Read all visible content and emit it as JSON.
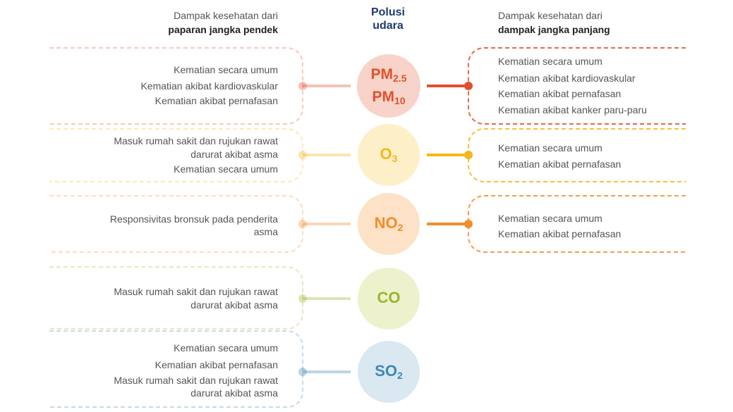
{
  "header": {
    "left_line1": "Dampak kesehatan dari",
    "left_line2": "paparan jangka pendek",
    "center_line1": "Polusi",
    "center_line2": "udara",
    "right_line1": "Dampak kesehatan dari",
    "right_line2": "dampak jangka panjang"
  },
  "pollutants": [
    {
      "name": "PM",
      "sub": "2.5",
      "name2": "PM",
      "sub2": "10",
      "color": "#e0512c",
      "fill": "#f8d3c9",
      "short_term": [
        "Kematian secara umum",
        "Kematian akibat kardiovaskular",
        "Kematian akibat pernafasan"
      ],
      "long_term": [
        "Kematian secara umum",
        "Kematian akibat kardiovaskular",
        "Kematian akibat pernafasan",
        "Kematian akibat kanker paru-paru"
      ]
    },
    {
      "name": "O",
      "sub": "3",
      "color": "#f5b61c",
      "fill": "#fdf0c8",
      "short_term": [
        "Masuk rumah sakit dan rujukan rawat",
        "darurat akibat asma",
        "Kematian secara umum"
      ],
      "long_term": [
        "Kematian secara umum",
        "Kematian akibat pernafasan"
      ]
    },
    {
      "name": "NO",
      "sub": "2",
      "color": "#f28d2c",
      "fill": "#fde2c8",
      "short_term": [
        "Responsivitas bronsuk pada penderita",
        "asma"
      ],
      "long_term": [
        "Kematian secara umum",
        "Kematian akibat pernafasan"
      ]
    },
    {
      "name": "CO",
      "sub": "",
      "color": "#9ab52b",
      "fill": "#edf2cc",
      "short_term": [
        "Masuk rumah sakit dan rujukan rawat",
        "darurat akibat asma"
      ],
      "long_term": []
    },
    {
      "name": "SO",
      "sub": "2",
      "color": "#3f87b5",
      "fill": "#d9e8f1",
      "short_term": [
        "Kematian secara umum",
        "Kematian akibat pernafasan",
        "Masuk rumah sakit dan rujukan rawat",
        "darurat akibat asma"
      ],
      "long_term": []
    }
  ]
}
